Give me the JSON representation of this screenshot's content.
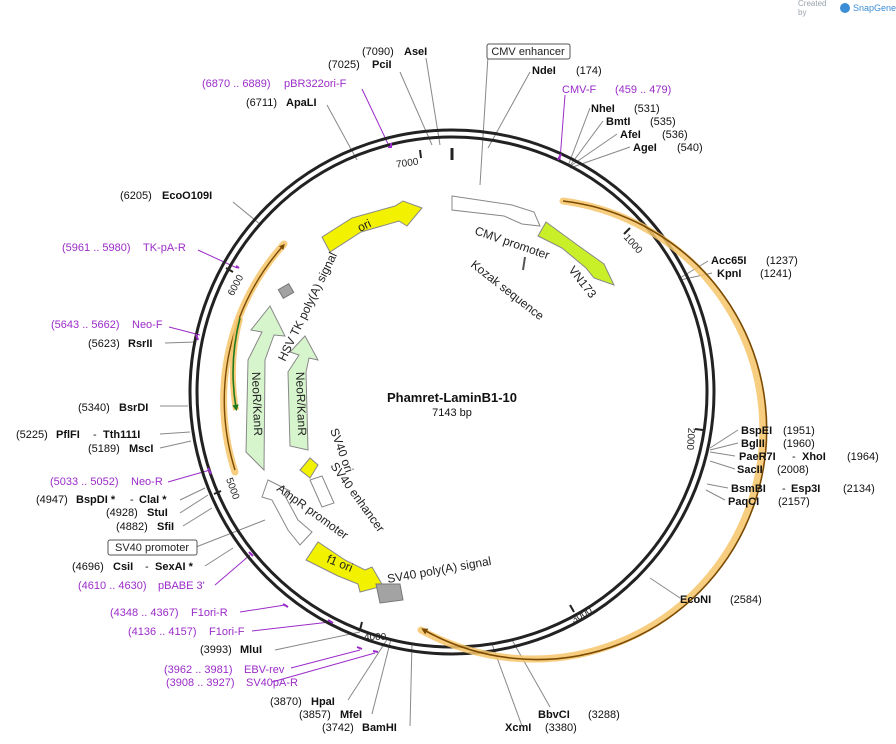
{
  "header": {
    "credit_prefix": "Created by",
    "credit_brand": "SnapGene"
  },
  "plasmid": {
    "name": "Phamret-LaminB1-10",
    "size_label": "7143 bp",
    "length": 7143
  },
  "colors": {
    "ring": "#222222",
    "feature_outline": "#888888",
    "enzyme_line": "#888888",
    "primer": "#9b2cc8",
    "promoter_fill": "#ffffff",
    "ori_fill": "#f2f200",
    "kan_fill": "#d7f5cd",
    "vn_fill": "#c9ef28",
    "orf_glow": "#f6c46a",
    "orf_arrow": "#7a4a00",
    "polyA_fill": "#a3a3a3",
    "kozak": "#555555"
  },
  "ticks": [
    {
      "label": "1000"
    },
    {
      "label": "2000"
    },
    {
      "label": "3000"
    },
    {
      "label": "4000"
    },
    {
      "label": "5000"
    },
    {
      "label": "6000"
    },
    {
      "label": "7000"
    }
  ],
  "enzymes": [
    {
      "name": "AseI",
      "pos": "(7090)"
    },
    {
      "name": "PciI",
      "pos": "(7025)"
    },
    {
      "name": "ApaLI",
      "pos": "(6711)"
    },
    {
      "name": "EcoO109I",
      "pos": "(6205)"
    },
    {
      "name": "RsrII",
      "pos": "(5623)"
    },
    {
      "name": "BsrDI",
      "pos": "(5340)"
    },
    {
      "name": "PflFI",
      "pos": "(5225)",
      "name2": "Tth111I"
    },
    {
      "name": "MscI",
      "pos": "(5189)"
    },
    {
      "name": "BspDI *",
      "pos": "(4947)",
      "name2": "ClaI *"
    },
    {
      "name": "StuI",
      "pos": "(4928)"
    },
    {
      "name": "SfiI",
      "pos": "(4882)"
    },
    {
      "name": "CsiI",
      "pos": "(4696)",
      "name2": "SexAI *"
    },
    {
      "name": "MluI",
      "pos": "(3993)"
    },
    {
      "name": "HpaI",
      "pos": "(3870)"
    },
    {
      "name": "MfeI",
      "pos": "(3857)"
    },
    {
      "name": "BamHI",
      "pos": "(3742)"
    },
    {
      "name": "XcmI",
      "pos": "(3380)"
    },
    {
      "name": "BbvCI",
      "pos": "(3288)"
    },
    {
      "name": "EcoNI",
      "pos": "(2584)"
    },
    {
      "name": "PaqCI",
      "pos": "(2157)"
    },
    {
      "name": "BsmBI",
      "pos": "(2134)",
      "name2": "Esp3I"
    },
    {
      "name": "SacII",
      "pos": "(2008)"
    },
    {
      "name": "PaeR7I",
      "pos": "(1964)",
      "name2": "XhoI"
    },
    {
      "name": "BglII",
      "pos": "(1960)"
    },
    {
      "name": "BspEI",
      "pos": "(1951)"
    },
    {
      "name": "KpnI",
      "pos": "(1241)"
    },
    {
      "name": "Acc65I",
      "pos": "(1237)"
    },
    {
      "name": "AgeI",
      "pos": "(540)"
    },
    {
      "name": "AfeI",
      "pos": "(536)"
    },
    {
      "name": "BmtI",
      "pos": "(535)"
    },
    {
      "name": "NheI",
      "pos": "(531)"
    },
    {
      "name": "NdeI",
      "pos": "(174)"
    }
  ],
  "primers": [
    {
      "range": "(6870 .. 6889)",
      "name": "pBR322ori-F"
    },
    {
      "range": "(5961 .. 5980)",
      "name": "TK-pA-R"
    },
    {
      "range": "(5643 .. 5662)",
      "name": "Neo-F"
    },
    {
      "range": "(5033 .. 5052)",
      "name": "Neo-R"
    },
    {
      "range": "(4610 .. 4630)",
      "name": "pBABE 3'"
    },
    {
      "range": "(4348 .. 4367)",
      "name": "F1ori-R"
    },
    {
      "range": "(4136 .. 4157)",
      "name": "F1ori-F"
    },
    {
      "range": "(3962 .. 3981)",
      "name": "EBV-rev"
    },
    {
      "range": "(3908 .. 3927)",
      "name": "SV40pA-R"
    },
    {
      "range": "(459 .. 479)",
      "name": "CMV-F"
    }
  ],
  "boxed_features": [
    {
      "label": "CMV enhancer"
    },
    {
      "label": "SV40 promoter"
    }
  ],
  "features": [
    {
      "label": "CMV promoter"
    },
    {
      "label": "Kozak sequence"
    },
    {
      "label": "VN173"
    },
    {
      "label": "ori"
    },
    {
      "label": "HSV TK poly(A) signal"
    },
    {
      "label": "NeoR/KanR"
    },
    {
      "label": "NeoR/KanR"
    },
    {
      "label": "SV40 ori"
    },
    {
      "label": "SV40 enhancer"
    },
    {
      "label": "AmpR promoter"
    },
    {
      "label": "f1 ori"
    },
    {
      "label": "SV40 poly(A) signal"
    }
  ]
}
